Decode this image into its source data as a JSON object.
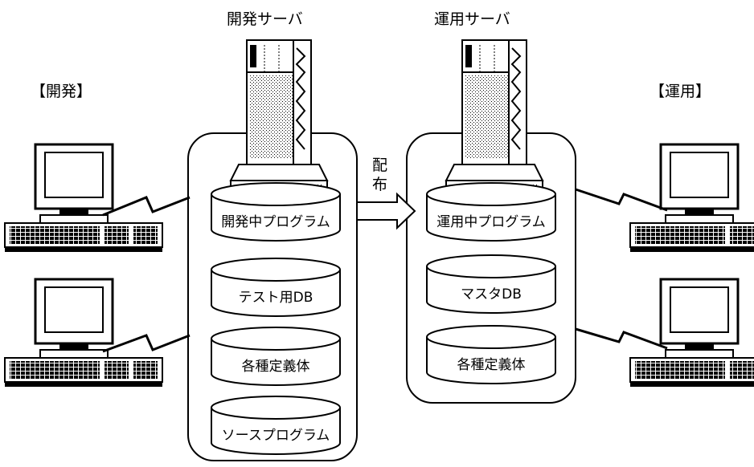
{
  "titles": {
    "dev_server": "開発サーバ",
    "ops_server": "運用サーバ",
    "dev_group": "【開発】",
    "ops_group": "【運用】"
  },
  "arrow_label": {
    "top": "配",
    "bottom": "布"
  },
  "dev_server": {
    "databases": [
      "開発中プログラム",
      "テスト用DB",
      "各種定義体",
      "ソースプログラム"
    ]
  },
  "ops_server": {
    "databases": [
      "運用中プログラム",
      "マスタDB",
      "各種定義体"
    ]
  },
  "colors": {
    "line": "#000000",
    "background": "#ffffff"
  }
}
